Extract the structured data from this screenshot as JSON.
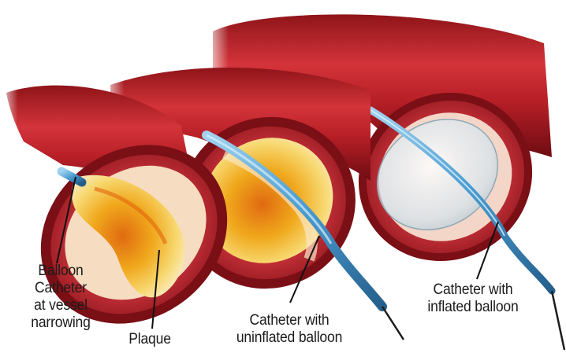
{
  "labels": {
    "balloon_catheter": [
      "Balloon",
      "Catheter",
      "at vessel",
      "narrowing"
    ],
    "plaque": "Plaque",
    "uninflated": [
      "Catheter with",
      "uninflated balloon"
    ],
    "inflated": [
      "Catheter with",
      "inflated balloon"
    ]
  },
  "colors": {
    "vessel_red": "#c0242b",
    "vessel_dark": "#7e1016",
    "plaque_yellow": "#f2b21a",
    "catheter_blue": "#4a9bd0",
    "balloon_clear": "#dde8ee"
  }
}
